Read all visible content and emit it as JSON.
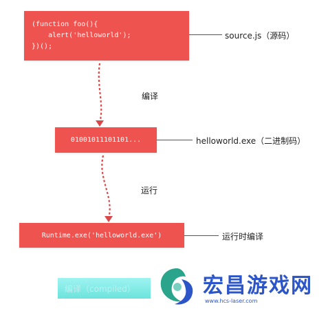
{
  "diagram": {
    "source_box": {
      "lines": [
        "(function foo(){",
        "    alert('helloworld');",
        "})();"
      ],
      "label": "source.js（源码）"
    },
    "step_compile": {
      "label": "编译"
    },
    "binary_box": {
      "text": "01001011101101...",
      "label": "helloworld.exe（二进制码）"
    },
    "step_run": {
      "label": "运行"
    },
    "runtime_box": {
      "text": "Runtime.exe('helloworld.exe')",
      "label": "运行时编译"
    },
    "compiled_tag": {
      "text": "编译（compiled）"
    }
  },
  "watermark": {
    "brand": "宏昌游戏网",
    "url": "www.hcs-laser.com"
  },
  "colors": {
    "box_fill": "#ef5350",
    "box_text": "#ffffff",
    "arrow": "#d84a4a",
    "connector": "#555555",
    "brand": "#2c56c8",
    "logo_teal": "#2aa58c"
  }
}
